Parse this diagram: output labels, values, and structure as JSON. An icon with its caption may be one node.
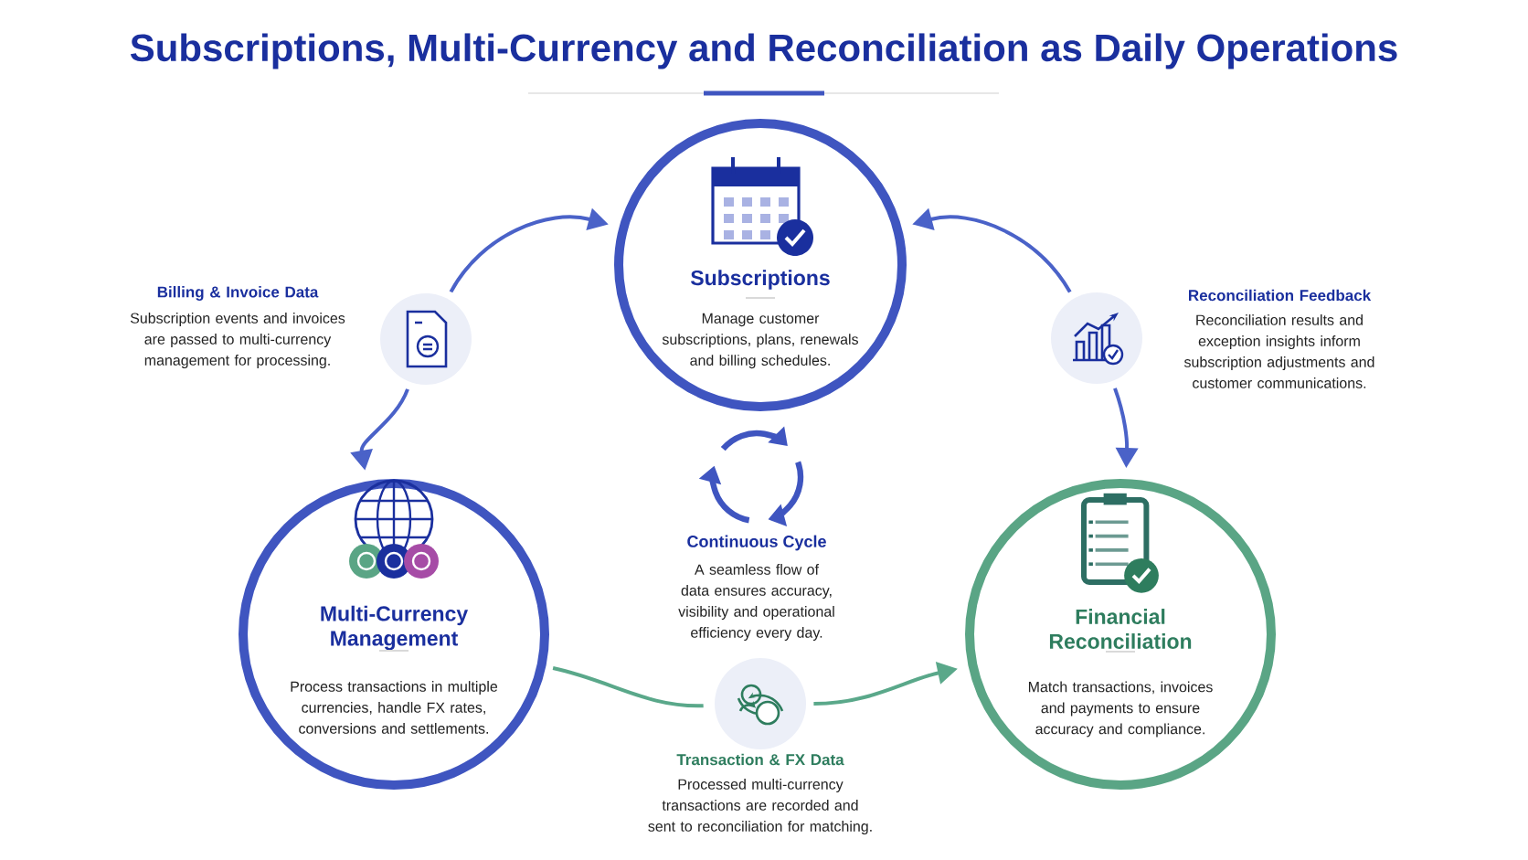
{
  "diagram": {
    "title": "Subscriptions, Multi-Currency and Reconciliation as Daily Operations",
    "nodes": [
      {
        "text": [
          "Subscriptions",
          "Manage customer subscriptions, plans, renewals and billing schedules."
        ]
      },
      {
        "text": [
          "Multi-Currency Management",
          "Process transactions in multiple currencies, handle FX rates, conversions and settlements."
        ]
      },
      {
        "text": [
          "Financial Reconciliation",
          "Match transactions, invoices and payments to ensure accuracy and compliance."
        ]
      },
      {
        "text": [],
        "shape": "circle",
        "beside": [
          "Billing & Invoice Data",
          "Subscription events and invoices are passed to multi-currency management for processing."
        ]
      },
      {
        "text": [],
        "shape": "circle",
        "beside": [
          "Reconciliation Feedback",
          "Reconciliation results and exception insights inform subscription adjustments and customer communications."
        ]
      },
      {
        "text": [],
        "shape": "circle",
        "beside": [
          "Transaction & FX Data",
          "Processed multi-currency transactions are recorded and sent to reconciliation for matching."
        ]
      }
    ],
    "edges": [
      {
        "from": 3,
        "to": 0,
        "arrow": "to"
      },
      {
        "from": 3,
        "to": 1,
        "arrow": "to"
      },
      {
        "from": 4,
        "to": 0,
        "arrow": "to"
      },
      {
        "from": 4,
        "to": 2,
        "arrow": "to"
      },
      {
        "from": 1,
        "to": 5,
        "arrow": "none",
        "color": "#5aa88a"
      },
      {
        "from": 5,
        "to": 2,
        "arrow": "to",
        "color": "#5aa88a"
      }
    ],
    "labels": [
      "Continuous Cycle",
      "A seamless flow of data ensures accuracy, visibility and operational efficiency every day."
    ]
  }
}
